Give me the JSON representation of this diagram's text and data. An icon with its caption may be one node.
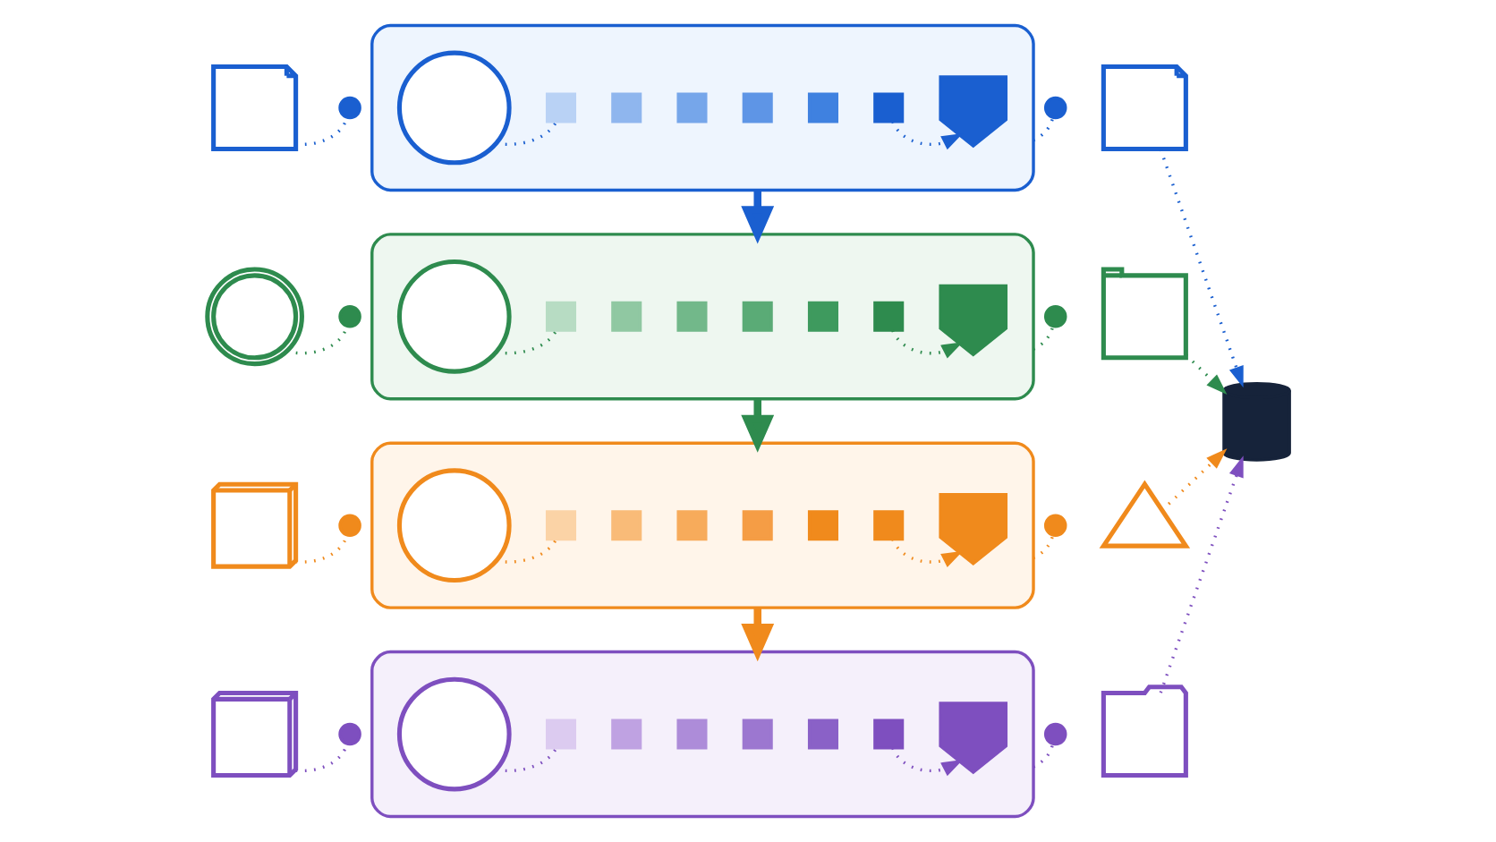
{
  "diagram": {
    "nodes": [
      {
        "text": [],
        "shape": "document"
      },
      {
        "text": [],
        "shape": "circle"
      },
      {
        "text": [],
        "shape": "box"
      },
      {
        "text": [],
        "shape": "circle",
        "in": 2
      },
      {
        "text": [],
        "shape": "square",
        "in": 2
      },
      {
        "text": [],
        "shape": "square",
        "in": 2
      },
      {
        "text": [],
        "shape": "square",
        "in": 2
      },
      {
        "text": [],
        "shape": "square",
        "in": 2
      },
      {
        "text": [],
        "shape": "square",
        "in": 2
      },
      {
        "text": [],
        "shape": "square",
        "in": 2
      },
      {
        "text": [],
        "shape": "shield",
        "in": 2
      },
      {
        "text": [],
        "shape": "circle"
      },
      {
        "text": [],
        "shape": "document"
      },
      {
        "text": [],
        "shape": "globe"
      },
      {
        "text": [],
        "shape": "circle"
      },
      {
        "text": [],
        "shape": "box"
      },
      {
        "text": [],
        "shape": "circle",
        "in": 15
      },
      {
        "text": [],
        "shape": "square",
        "in": 15
      },
      {
        "text": [],
        "shape": "square",
        "in": 15
      },
      {
        "text": [],
        "shape": "square",
        "in": 15
      },
      {
        "text": [],
        "shape": "square",
        "in": 15
      },
      {
        "text": [],
        "shape": "square",
        "in": 15
      },
      {
        "text": [],
        "shape": "square",
        "in": 15
      },
      {
        "text": [],
        "shape": "shield",
        "in": 15
      },
      {
        "text": [],
        "shape": "circle"
      },
      {
        "text": [],
        "shape": "window"
      },
      {
        "text": [],
        "shape": "monitor"
      },
      {
        "text": [],
        "shape": "circle"
      },
      {
        "text": [],
        "shape": "box"
      },
      {
        "text": [],
        "shape": "circle",
        "in": 28
      },
      {
        "text": [],
        "shape": "square",
        "in": 28
      },
      {
        "text": [],
        "shape": "square",
        "in": 28
      },
      {
        "text": [],
        "shape": "square",
        "in": 28
      },
      {
        "text": [],
        "shape": "square",
        "in": 28
      },
      {
        "text": [],
        "shape": "square",
        "in": 28
      },
      {
        "text": [],
        "shape": "square",
        "in": 28
      },
      {
        "text": [],
        "shape": "shield",
        "in": 28
      },
      {
        "text": [],
        "shape": "circle"
      },
      {
        "text": [],
        "shape": "triangle"
      },
      {
        "text": [],
        "shape": "cubes"
      },
      {
        "text": [],
        "shape": "circle"
      },
      {
        "text": [],
        "shape": "box"
      },
      {
        "text": [],
        "shape": "circle",
        "in": 41
      },
      {
        "text": [],
        "shape": "square",
        "in": 41
      },
      {
        "text": [],
        "shape": "square",
        "in": 41
      },
      {
        "text": [],
        "shape": "square",
        "in": 41
      },
      {
        "text": [],
        "shape": "square",
        "in": 41
      },
      {
        "text": [],
        "shape": "square",
        "in": 41
      },
      {
        "text": [],
        "shape": "square",
        "in": 41
      },
      {
        "text": [],
        "shape": "shield",
        "in": 41
      },
      {
        "text": [],
        "shape": "circle"
      },
      {
        "text": [],
        "shape": "clipboard"
      },
      {
        "text": [],
        "shape": "cylinder"
      }
    ],
    "edges": [
      {
        "from": 0,
        "to": 1,
        "arrow": "none",
        "style": "dashed",
        "color": "#1a5fd0"
      },
      {
        "from": 3,
        "to": 4,
        "arrow": "none",
        "style": "dashed",
        "color": "#1a5fd0"
      },
      {
        "from": 9,
        "to": 10,
        "arrow": "to",
        "style": "dashed",
        "color": "#1a5fd0"
      },
      {
        "from": 2,
        "to": 11,
        "arrow": "none",
        "style": "dashed",
        "color": "#1a5fd0"
      },
      {
        "from": 12,
        "to": 52,
        "arrow": "to",
        "style": "dashed",
        "color": "#1a5fd0"
      },
      {
        "from": 13,
        "to": 14,
        "arrow": "none",
        "style": "dashed",
        "color": "#2e8b4e"
      },
      {
        "from": 16,
        "to": 17,
        "arrow": "none",
        "style": "dashed",
        "color": "#2e8b4e"
      },
      {
        "from": 22,
        "to": 23,
        "arrow": "to",
        "style": "dashed",
        "color": "#2e8b4e"
      },
      {
        "from": 15,
        "to": 24,
        "arrow": "none",
        "style": "dashed",
        "color": "#2e8b4e"
      },
      {
        "from": 25,
        "to": 52,
        "arrow": "to",
        "style": "dashed",
        "color": "#2e8b4e"
      },
      {
        "from": 26,
        "to": 27,
        "arrow": "none",
        "style": "dashed",
        "color": "#f08a1c"
      },
      {
        "from": 29,
        "to": 30,
        "arrow": "none",
        "style": "dashed",
        "color": "#f08a1c"
      },
      {
        "from": 35,
        "to": 36,
        "arrow": "to",
        "style": "dashed",
        "color": "#f08a1c"
      },
      {
        "from": 28,
        "to": 37,
        "arrow": "none",
        "style": "dashed",
        "color": "#f08a1c"
      },
      {
        "from": 38,
        "to": 52,
        "arrow": "to",
        "style": "dashed",
        "color": "#f08a1c"
      },
      {
        "from": 39,
        "to": 40,
        "arrow": "none",
        "style": "dashed",
        "color": "#7e4fbf"
      },
      {
        "from": 42,
        "to": 43,
        "arrow": "none",
        "style": "dashed",
        "color": "#7e4fbf"
      },
      {
        "from": 48,
        "to": 49,
        "arrow": "to",
        "style": "dashed",
        "color": "#7e4fbf"
      },
      {
        "from": 41,
        "to": 50,
        "arrow": "none",
        "style": "dashed",
        "color": "#7e4fbf"
      },
      {
        "from": 51,
        "to": 52,
        "arrow": "to",
        "style": "dashed",
        "color": "#7e4fbf"
      },
      {
        "from": 2,
        "to": 15,
        "arrow": "to",
        "style": "thick",
        "color": "#1a5fd0"
      },
      {
        "from": 15,
        "to": 28,
        "arrow": "to",
        "style": "thick",
        "color": "#2e8b4e"
      },
      {
        "from": 28,
        "to": 41,
        "arrow": "to",
        "style": "thick",
        "color": "#f08a1c"
      }
    ]
  }
}
